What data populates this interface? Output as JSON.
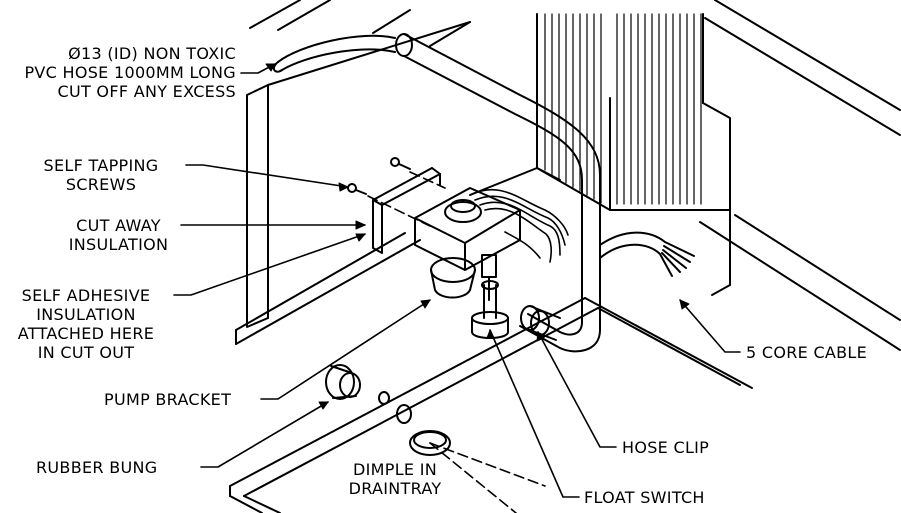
{
  "labels": {
    "hose_spec": [
      "Ø13 (ID) NON TOXIC",
      "PVC HOSE 1000MM LONG",
      "CUT OFF ANY EXCESS"
    ],
    "self_tapping_screws": [
      "SELF TAPPING",
      "SCREWS"
    ],
    "cut_away_insulation": [
      "CUT AWAY",
      "INSULATION"
    ],
    "self_adhesive_insulation": [
      "SELF ADHESIVE",
      "INSULATION",
      "ATTACHED HERE",
      "IN CUT OUT"
    ],
    "pump_bracket": "PUMP BRACKET",
    "rubber_bung": "RUBBER BUNG",
    "dimple_in_draintray": [
      "DIMPLE IN",
      "DRAINTRAY"
    ],
    "five_core_cable": "5 CORE CABLE",
    "hose_clip": "HOSE CLIP",
    "float_switch": "FLOAT SWITCH"
  }
}
